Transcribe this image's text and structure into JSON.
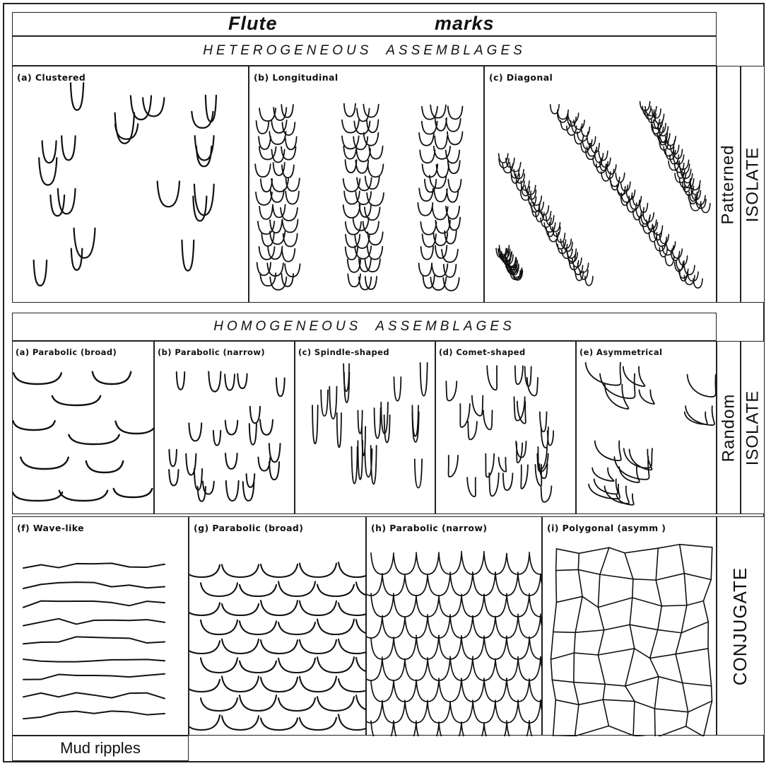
{
  "title": {
    "word1": "Flute",
    "word2": "marks"
  },
  "heterogeneous": {
    "heading": "HETEROGENEOUS  ASSEMBLAGES",
    "panels": [
      {
        "label": "(a) Clustered"
      },
      {
        "label": "(b) Longitudinal"
      },
      {
        "label": "(c) Diagonal"
      }
    ],
    "side_left": "Patterned",
    "side_right": "ISOLATE"
  },
  "homogeneous": {
    "heading": "HOMOGENEOUS  ASSEMBLAGES",
    "random_panels": [
      {
        "label": "(a) Parabolic (broad)"
      },
      {
        "label": "(b) Parabolic (narrow)"
      },
      {
        "label": "(c) Spindle-shaped"
      },
      {
        "label": "(d) Comet-shaped"
      },
      {
        "label": "(e) Asymmetrical"
      }
    ],
    "random_side_left": "Random",
    "random_side_right": "ISOLATE",
    "conjugate_panels": [
      {
        "label": "(f) Wave-like"
      },
      {
        "label": "(g) Parabolic (broad)"
      },
      {
        "label": "(h) Parabolic (narrow)"
      },
      {
        "label": "(i) Polygonal (asymm )"
      }
    ],
    "conjugate_side": "CONJUGATE"
  },
  "footer": {
    "mud_label": "Mud ripples"
  }
}
